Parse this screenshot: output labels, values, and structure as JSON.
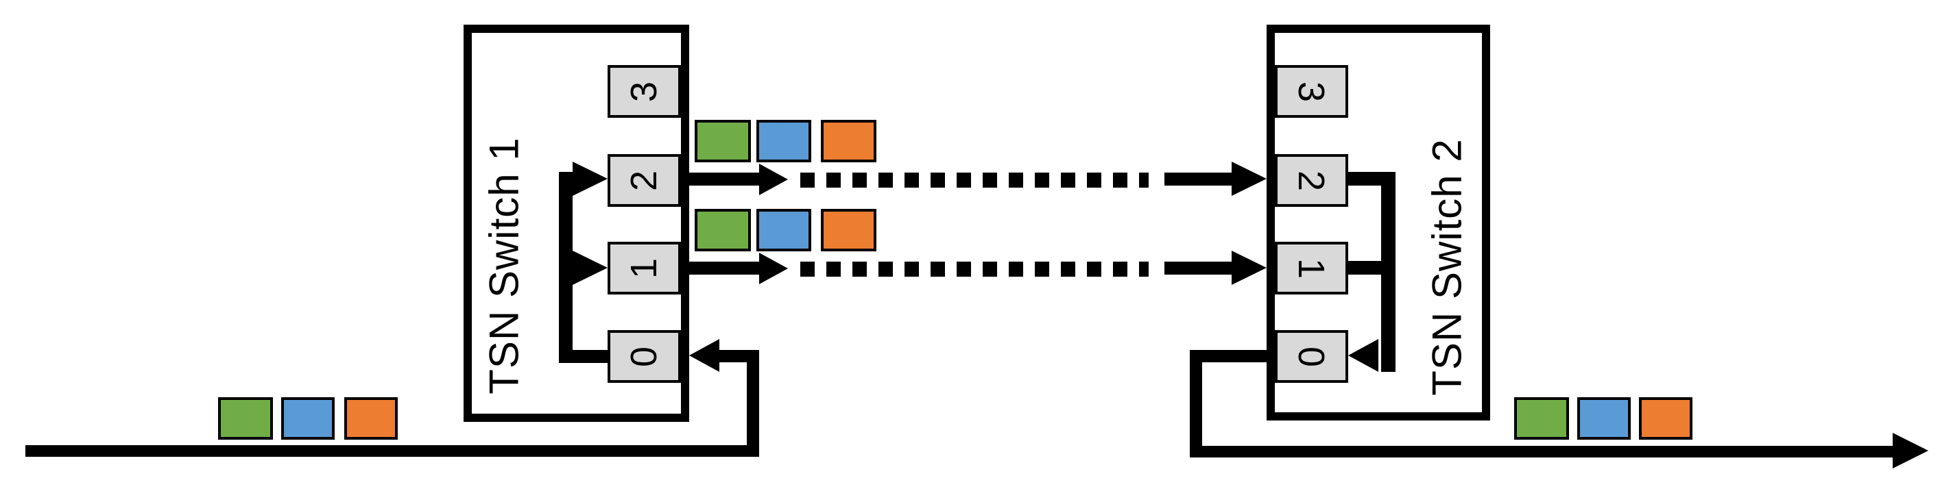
{
  "colors": {
    "packet_green": "#70AD47",
    "packet_blue": "#5B9BD5",
    "packet_orange": "#ED7D31",
    "port_fill": "#D9D9D9",
    "line": "#000000",
    "background": "#FFFFFF"
  },
  "switch1": {
    "label": "TSN Switch 1",
    "ports": [
      "3",
      "2",
      "1",
      "0"
    ]
  },
  "switch2": {
    "label": "TSN Switch 2",
    "ports": [
      "3",
      "2",
      "1",
      "0"
    ]
  },
  "packet_groups": [
    {
      "id": "ingress-link-switch1",
      "sequence": [
        "green",
        "blue",
        "orange"
      ]
    },
    {
      "id": "switch1-port2-egress",
      "sequence": [
        "green",
        "blue",
        "orange"
      ]
    },
    {
      "id": "switch1-port1-egress",
      "sequence": [
        "green",
        "blue",
        "orange"
      ]
    },
    {
      "id": "egress-link-switch2",
      "sequence": [
        "green",
        "blue",
        "orange"
      ]
    }
  ]
}
